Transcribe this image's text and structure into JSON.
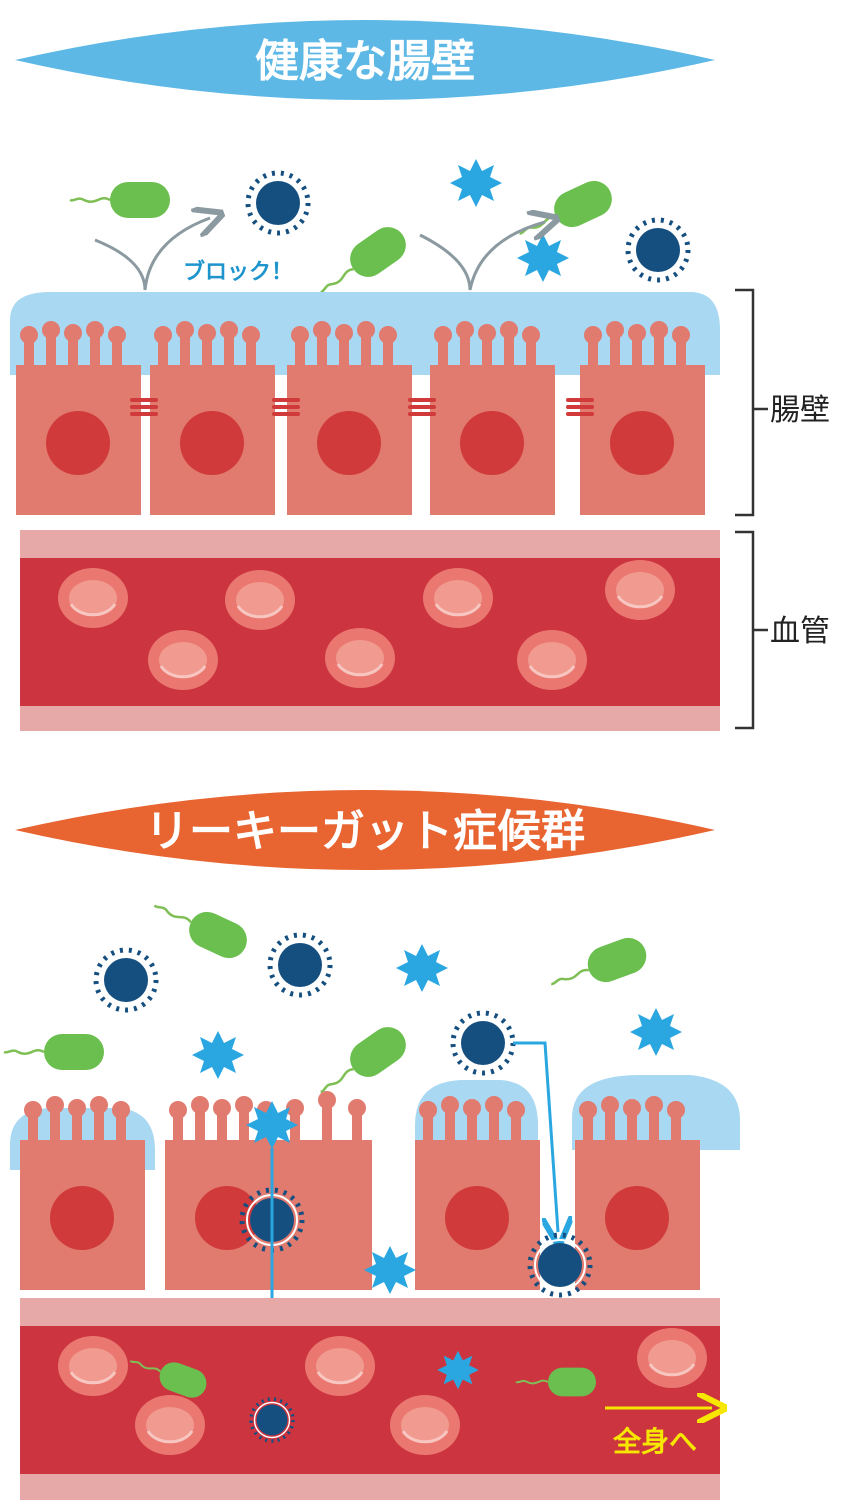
{
  "healthy": {
    "title": "健康な腸壁",
    "block_label": "ブロック！",
    "wall_label": "腸壁",
    "vessel_label": "血管"
  },
  "leaky": {
    "title": "リーキーガット症候群",
    "whole_body_label": "全身へ"
  },
  "colors": {
    "healthy_banner": "#5db8e6",
    "leaky_banner": "#e86430",
    "cell": "#e17a6f",
    "nucleus": "#d03a3a",
    "mucus": "#a9d8f2",
    "vessel": "#cc3440",
    "vessel_wall": "#e7a8a8",
    "rbc": "#ea7870",
    "rbc_inner": "#f09a90",
    "bacteria": "#6bbf4e",
    "virus": "#154f80",
    "star_microbe": "#2aa6e0",
    "arrow_blue": "#2aa6e0",
    "arrow_yellow": "#f7e600"
  },
  "icons": [
    "bacteria-icon",
    "virus-icon",
    "star-microbe-icon",
    "arrow-icon",
    "bracket-icon"
  ]
}
